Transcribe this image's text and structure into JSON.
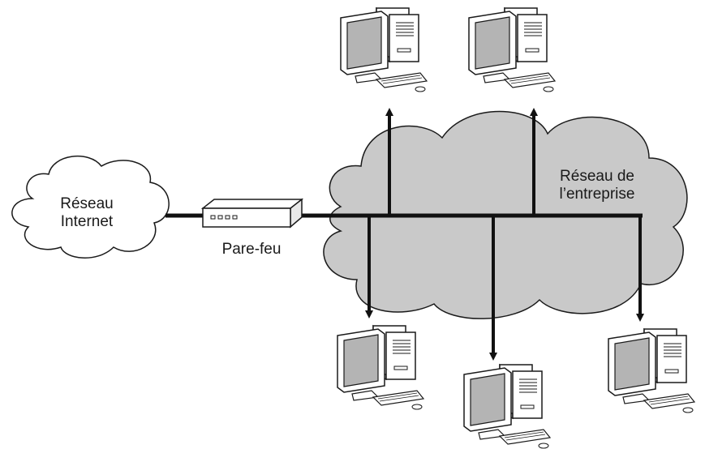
{
  "internet_label": "Réseau\nInternet",
  "firewall_label": "Pare-feu",
  "corporate_network_label": "Réseau de\nl’entreprise",
  "colors": {
    "line": "#111111",
    "internal_cloud_fill": "#c9c9c9",
    "internet_cloud_fill": "#ffffff",
    "outline": "#1a1a1a",
    "screen": "#b4b4b4"
  },
  "icons": [
    "internet-cloud-icon",
    "firewall-icon",
    "corporate-cloud-icon",
    "computer-icon"
  ]
}
